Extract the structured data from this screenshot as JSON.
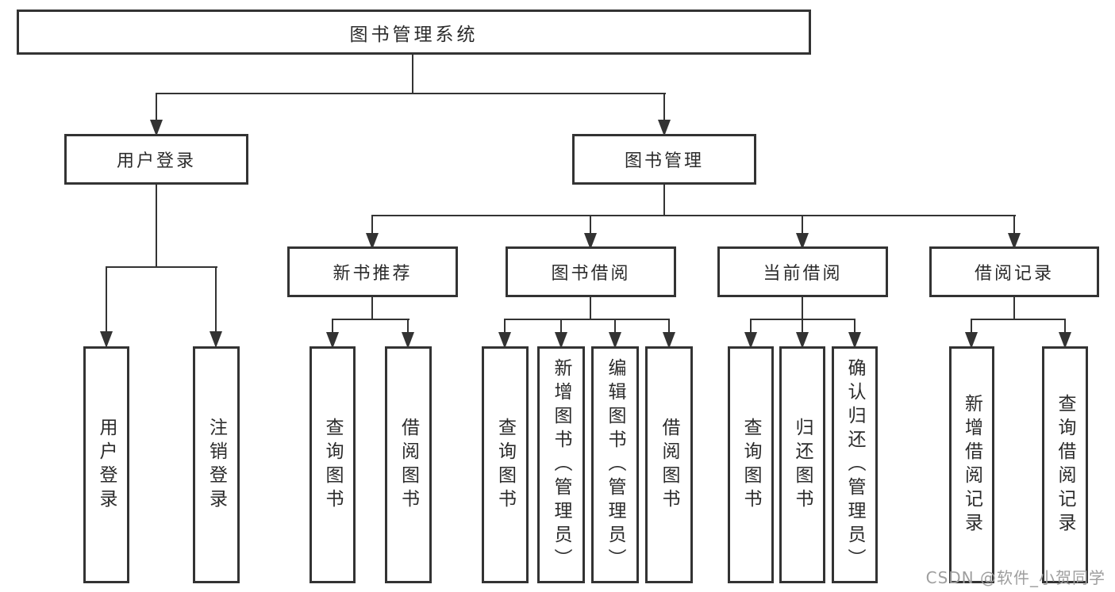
{
  "diagram": {
    "root": "图书管理系统",
    "level2": [
      "用户登录",
      "图书管理"
    ],
    "level3": [
      "新书推荐",
      "图书借阅",
      "当前借阅",
      "借阅记录"
    ],
    "leaves": {
      "user_login": [
        "用户登录",
        "注销登录"
      ],
      "new_book_recommend": [
        "查询图书",
        "借阅图书"
      ],
      "book_borrow": [
        "查询图书",
        "新增图书（管理员）",
        "编辑图书（管理员）",
        "借阅图书"
      ],
      "current_borrow": [
        "查询图书",
        "归还图书",
        "确认归还（管理员）"
      ],
      "borrow_records": [
        "新增借阅记录",
        "查询借阅记录"
      ]
    },
    "colors": {
      "line": "#333333",
      "text": "#2b2b2b",
      "background": "#ffffff",
      "watermark": "#9e9e9e"
    }
  },
  "watermark": {
    "text": "CSDN @软件_小贺同学"
  }
}
